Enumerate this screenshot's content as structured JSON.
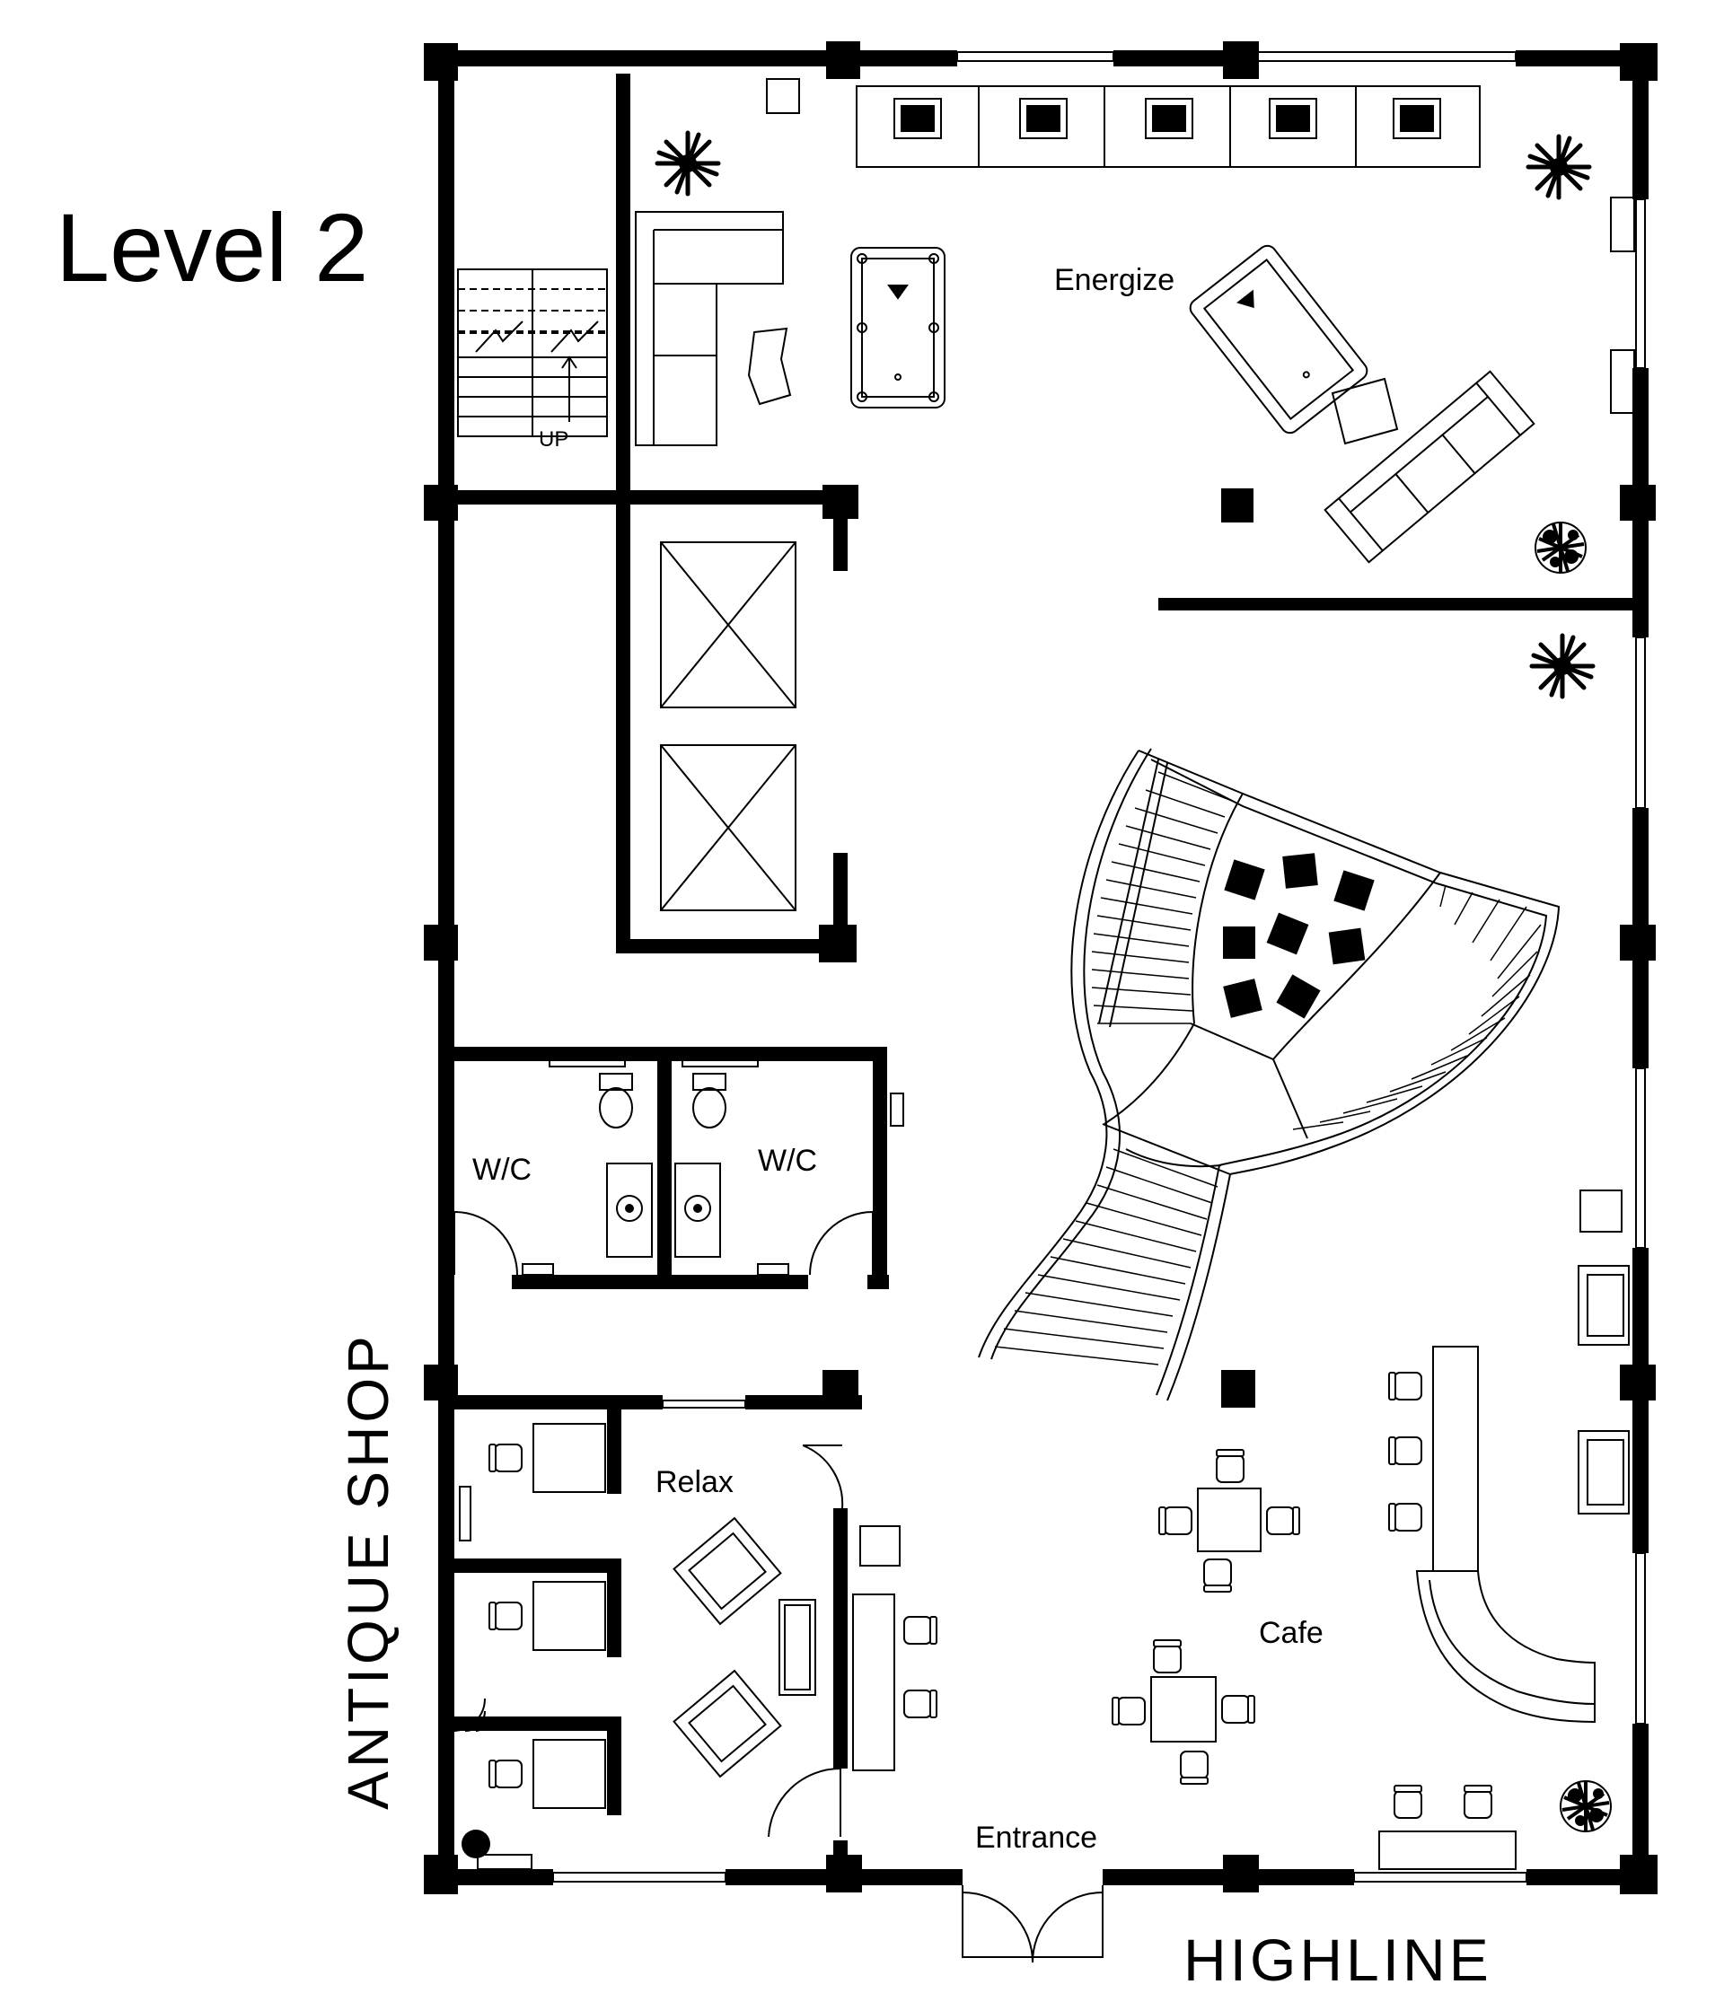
{
  "plan": {
    "title": "Level 2",
    "rooms": {
      "energize": "Energize",
      "wc_left": "W/C",
      "wc_right": "W/C",
      "relax": "Relax",
      "cafe": "Cafe",
      "entrance": "Entrance"
    },
    "stair_label": "UP",
    "streets": {
      "bottom": "HIGHLINE",
      "left": "ANTIQUE SHOP"
    },
    "colors": {
      "wall": "#000000",
      "line": "#000000",
      "background": "#ffffff"
    }
  }
}
